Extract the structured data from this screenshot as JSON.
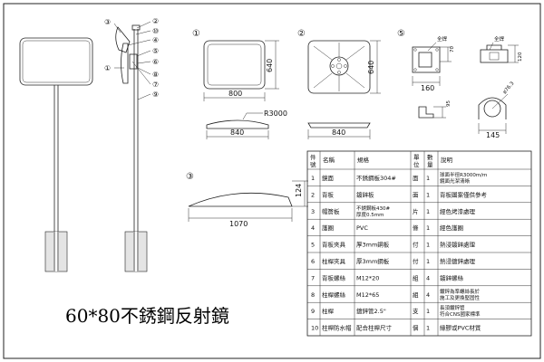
{
  "title": "60*80不銹鋼反射鏡",
  "views": {
    "v1": "①",
    "v2": "②",
    "v3": "③",
    "v5": "⑤"
  },
  "callouts": {
    "c3": "③",
    "c2": "②",
    "c10": "⑩",
    "c4": "④",
    "c5": "⑤",
    "c6": "⑥",
    "c1": "①",
    "c8": "⑧",
    "c7": "⑦",
    "c9": "⑨"
  },
  "dims": {
    "v1_width": "800",
    "v1_height": "640",
    "v2_width": "840",
    "v2_height": "640",
    "v2_radius": "R3000",
    "v2_side": "840",
    "v3_width": "1070",
    "v3_height": "124",
    "v5_w160": "160",
    "v5_h70": "70",
    "v5_h120": "120",
    "v5_95": "95",
    "v5_pipe": "ø76.3",
    "v5_145": "145",
    "weld1": "全焊",
    "weld2": "全焊"
  },
  "table": {
    "headers": [
      "件號",
      "名稱",
      "規格",
      "單位",
      "數量",
      "說明"
    ],
    "rows": [
      [
        "1",
        "鏡面",
        "不銹鋼板304#",
        "面",
        "1",
        "球面半徑R3000m/m 鏡面光潔清晰"
      ],
      [
        "2",
        "背板",
        "鍍鋅板",
        "面",
        "1",
        "背板圖案僅供參考"
      ],
      [
        "3",
        "帽簷板",
        "不銹鋼板430# 厚度0.5mm",
        "片",
        "1",
        "經色烤漆處理"
      ],
      [
        "4",
        "護圈",
        "PVC",
        "條",
        "1",
        "經色護圈"
      ],
      [
        "5",
        "背板夾具",
        "厚3mm鋼板",
        "付",
        "1",
        "熱浸鍍鋅處理"
      ],
      [
        "6",
        "柱桿夾具",
        "厚3mm鋼板",
        "付",
        "1",
        "熱浸鍍鋅處理"
      ],
      [
        "7",
        "背板螺絲",
        "M12*20",
        "組",
        "4",
        "鍍鋅螺絲"
      ],
      [
        "8",
        "柱桿螺絲",
        "M12*65",
        "組",
        "4",
        "鍍鋅為準螺絲長於 施工及更換堅固性"
      ],
      [
        "9",
        "柱桿",
        "鍍鋅管2.5\"",
        "支",
        "1",
        "長須鍍鋅管 符合CNS國家標準"
      ],
      [
        "10",
        "柱桿防水帽",
        "配合柱桿尺寸",
        "個",
        "1",
        "緣膠或PVC材質"
      ]
    ]
  }
}
